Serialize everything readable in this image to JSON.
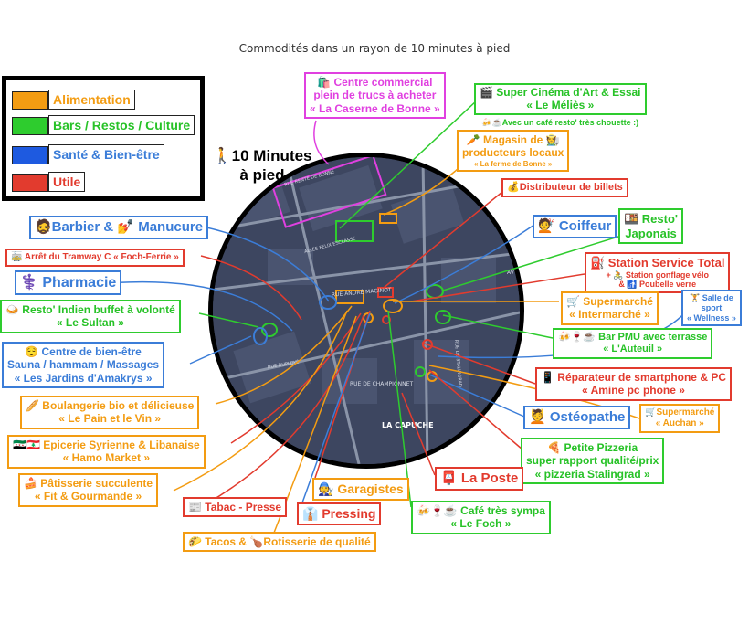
{
  "title": "Commodités dans un rayon de 10 minutes à pied",
  "colors": {
    "alimentation": "#f39c12",
    "bars": "#2ecc2e",
    "sante": "#3b7dd8",
    "utile": "#e23b2e",
    "commercial": "#e040e0"
  },
  "legend": [
    {
      "label": "Alimentation",
      "color": "#f39c12"
    },
    {
      "label": "Bars / Restos / Culture",
      "color": "#2ecc2e"
    },
    {
      "label": "Santé & Bien-être",
      "color": "#3b7dd8"
    },
    {
      "label": "Utile",
      "color": "#e23b2e"
    }
  ],
  "walk": {
    "icon": "🚶",
    "line1": "10 Minutes",
    "line2": "à pied"
  },
  "streets": {
    "s1": "RUE RENTE DE BONNE",
    "s2": "ALLÉE FELIX ESCLASSE",
    "s3": "RUE ANDRÉ MAGINOT",
    "s4": "RUE DUPLOYÉ",
    "s5": "RUE DE CHAMPIONNET",
    "s6": "LA CAPUCHE",
    "s7": "RUE DE STALINGRAD",
    "s8": "AV"
  },
  "labels": {
    "commercial": {
      "l1": "🛍️ Centre commercial",
      "l2": "plein de trucs à acheter",
      "l3": "« La Caserne de Bonne »"
    },
    "cinema": {
      "l1": "🎬 Super Cinéma d'Art & Essai",
      "l2": "« Le Méliès »",
      "l3": "🍻☕Avec un café resto' très chouette :)"
    },
    "producteurs": {
      "l1": "🥕 Magasin de 🧑‍🌾",
      "l2": "producteurs locaux",
      "l3": "« La ferme de Bonne »"
    },
    "distributeur": {
      "l1": "💰Distributeur de billets"
    },
    "barbier": {
      "l1": "🧔Barbier & 💅 Manucure"
    },
    "coiffeur": {
      "l1": "💇 Coiffeur"
    },
    "tramway": {
      "l1": "🚋 Arrêt du Tramway C « Foch-Ferrie »"
    },
    "resto_japonais": {
      "l1": "🍱 Resto'",
      "l2": "Japonais"
    },
    "pharmacie": {
      "l1": "⚕️ Pharmacie"
    },
    "station": {
      "l1": "⛽ Station Service Total",
      "l2": "+ 🚴 Station gonflage vélo",
      "l3": "& 🚮 Poubelle verre"
    },
    "indien": {
      "l1": "🍛 Resto' Indien buffet à volonté",
      "l2": "« Le Sultan »"
    },
    "intermarche": {
      "l1": "🛒 Supermarché",
      "l2": "« Intermarché »"
    },
    "salle": {
      "l1": "🏋️ Salle de",
      "l2": "sport",
      "l3": "« Wellness »"
    },
    "bien_etre": {
      "l1": "😌 Centre de bien-être",
      "l2": "Sauna / hammam / Massages",
      "l3": "« Les Jardins d'Amakrys »"
    },
    "pmu": {
      "l1": "🍻🍷☕ Bar PMU avec terrasse",
      "l2": "« L'Auteuil »"
    },
    "reparateur": {
      "l1": "📱 Réparateur de smartphone & PC",
      "l2": "« Amine pc phone »"
    },
    "boulangerie": {
      "l1": "🥖 Boulangerie bio et délicieuse",
      "l2": "« Le Pain et le Vin »"
    },
    "osteo": {
      "l1": "💆 Ostéopathe"
    },
    "auchan": {
      "l1": "🛒Supermarché",
      "l2": "« Auchan »"
    },
    "epicerie": {
      "l1": "🇸🇾🇱🇧 Epicerie Syrienne & Libanaise",
      "l2": "« Hamo Market »"
    },
    "pizzeria": {
      "l1": "🍕 Petite Pizzeria",
      "l2": "super rapport qualité/prix",
      "l3": "« pizzeria Stalingrad »"
    },
    "patisserie": {
      "l1": "🍰 Pâtisserie succulente",
      "l2": "« Fit & Gourmande »"
    },
    "garagistes": {
      "l1": "🧑‍🔧 Garagistes"
    },
    "poste": {
      "l1": "📮 La Poste"
    },
    "tabac": {
      "l1": "📰 Tabac - Presse"
    },
    "pressing": {
      "l1": "👔 Pressing"
    },
    "cafe": {
      "l1": "🍻🍷☕ Café très sympa",
      "l2": "« Le Foch »"
    },
    "tacos": {
      "l1": "🌮 Tacos & 🍗Rotisserie de qualité"
    }
  }
}
